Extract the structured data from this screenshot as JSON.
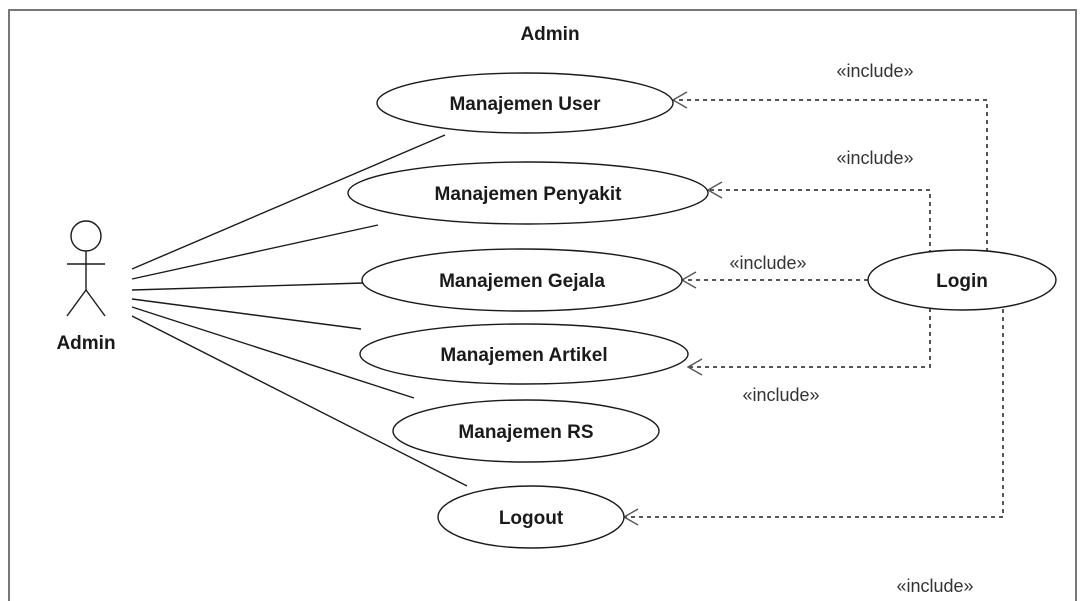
{
  "system": {
    "title": "Admin"
  },
  "actor": {
    "name": "Admin"
  },
  "use_cases": {
    "user": "Manajemen User",
    "penyakit": "Manajemen Penyakit",
    "gejala": "Manajemen Gejala",
    "artikel": "Manajemen Artikel",
    "rs": "Manajemen RS",
    "logout": "Logout",
    "login": "Login"
  },
  "relations": {
    "include_user": "«include»",
    "include_penyakit": "«include»",
    "include_gejala": "«include»",
    "include_artikel": "«include»",
    "include_logout": "«include»"
  }
}
